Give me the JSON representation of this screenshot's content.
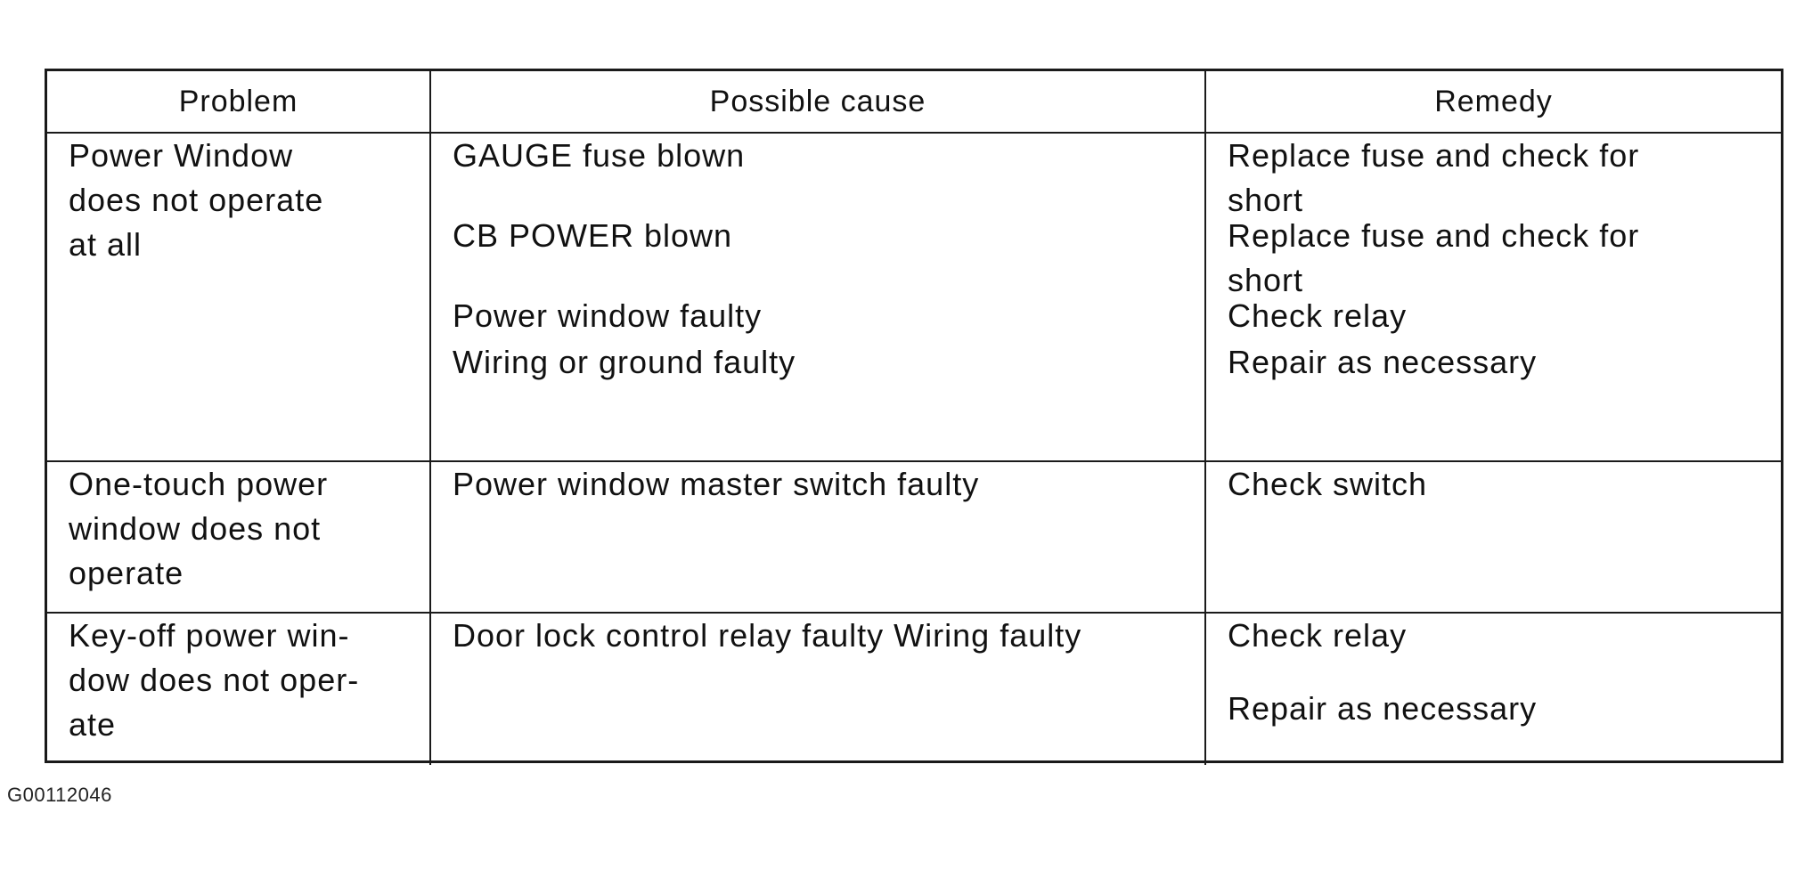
{
  "headers": {
    "problem": "Problem",
    "cause": "Possible cause",
    "remedy": "Remedy"
  },
  "rows": [
    {
      "problem": "Power Window does not operate at all",
      "causes": [
        "GAUGE fuse blown",
        "CB POWER blown",
        "Power window faulty",
        "Wiring or ground faulty"
      ],
      "remedies": [
        "Replace fuse and check for short",
        "Replace fuse and check for short",
        "Check relay",
        "Repair as necessary"
      ]
    },
    {
      "problem": "One-touch power window does not operate",
      "causes": [
        "Power window master switch faulty"
      ],
      "remedies": [
        "Check switch"
      ]
    },
    {
      "problem": "Key-off power win-dow does not oper-ate",
      "causes": [
        "Door lock control relay faulty Wiring faulty"
      ],
      "remedies": [
        "Check relay",
        "Repair as necessary"
      ]
    }
  ],
  "footer": {
    "code": "G00112046"
  }
}
